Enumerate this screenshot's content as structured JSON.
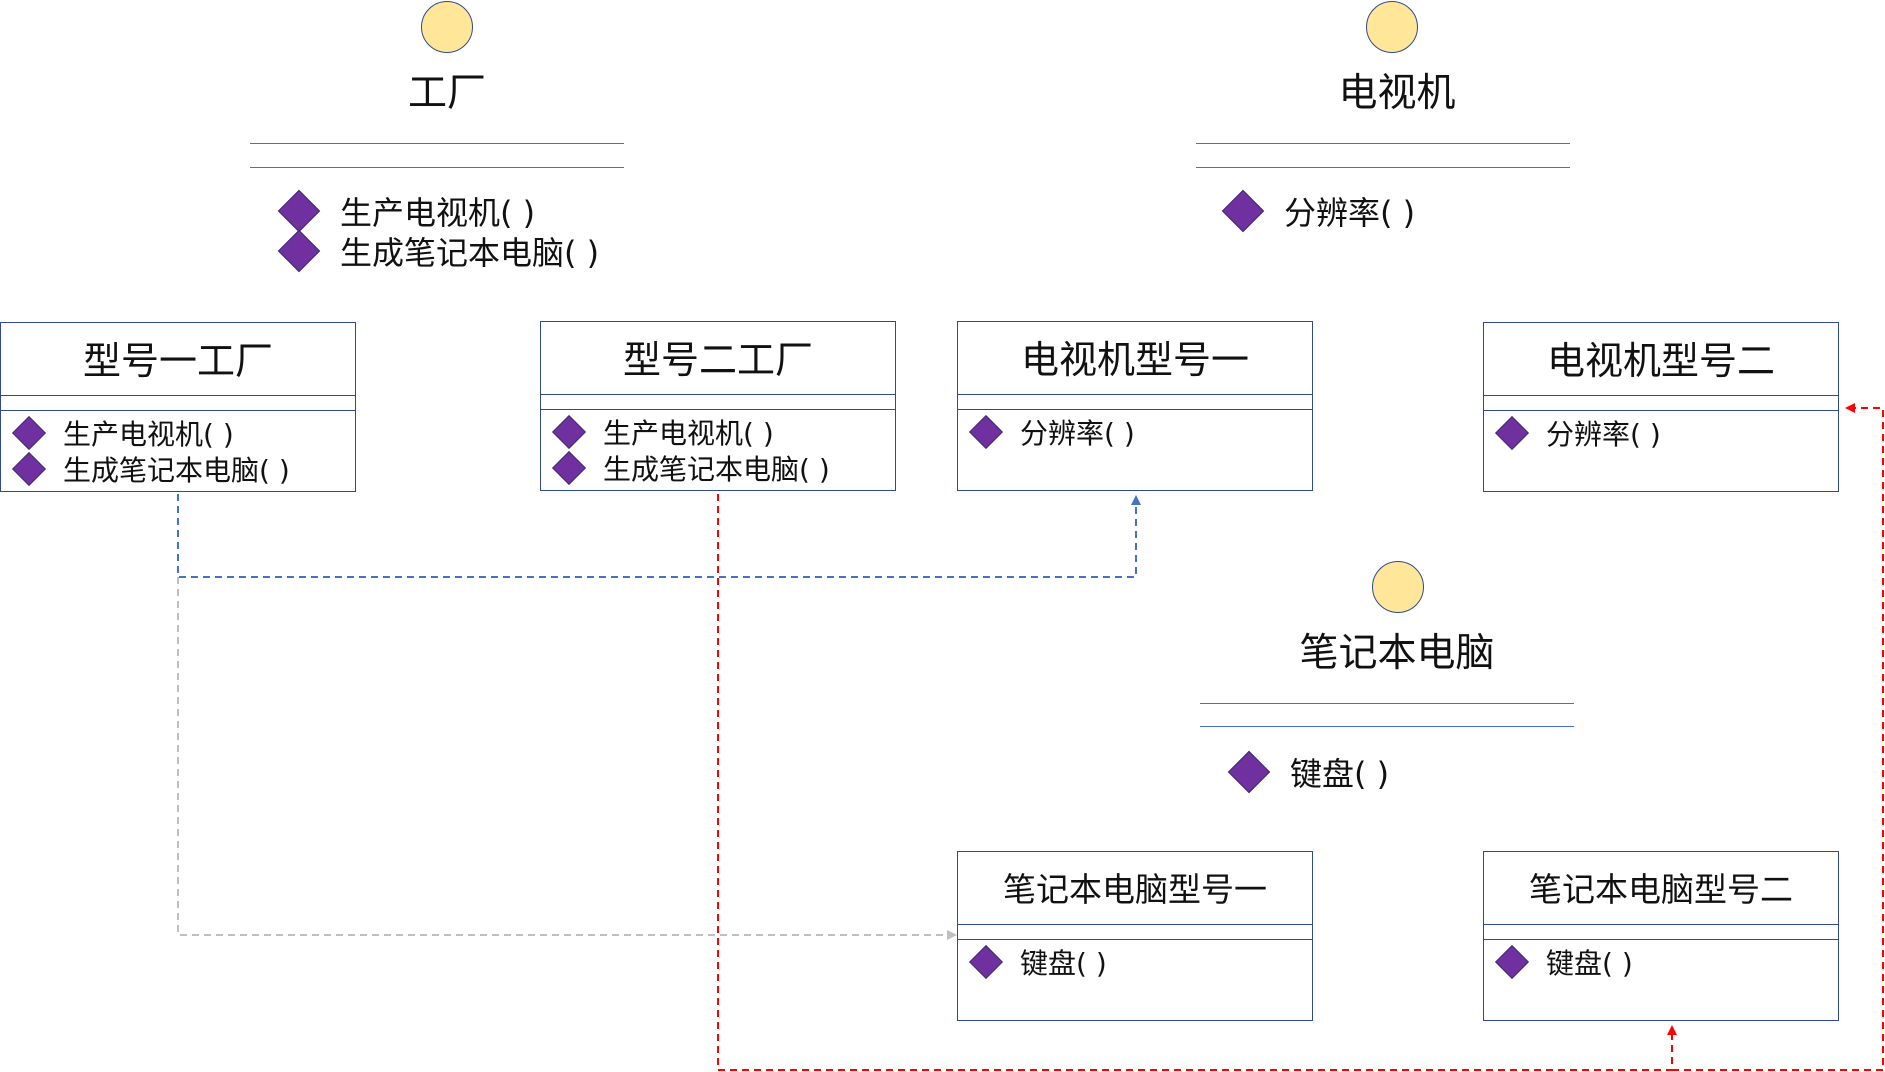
{
  "interfaces": {
    "factory": {
      "title": "工厂",
      "methods": [
        "生产电视机( )",
        "生成笔记本电脑( )"
      ]
    },
    "tv": {
      "title": "电视机",
      "methods": [
        "分辨率( )"
      ]
    },
    "laptop": {
      "title": "笔记本电脑",
      "methods": [
        "键盘( )"
      ]
    }
  },
  "classes": {
    "factory_model1": {
      "title": "型号一工厂",
      "methods": [
        "生产电视机( )",
        "生成笔记本电脑( )"
      ]
    },
    "factory_model2": {
      "title": "型号二工厂",
      "methods": [
        "生产电视机( )",
        "生成笔记本电脑( )"
      ]
    },
    "tv_model1": {
      "title": "电视机型号一",
      "methods": [
        "分辨率( )"
      ]
    },
    "tv_model2": {
      "title": "电视机型号二",
      "methods": [
        "分辨率( )"
      ]
    },
    "laptop_model1": {
      "title": "笔记本电脑型号一",
      "methods": [
        "键盘( )"
      ]
    },
    "laptop_model2": {
      "title": "笔记本电脑型号二",
      "methods": [
        "键盘( )"
      ]
    }
  },
  "colors": {
    "interface_fill": "#FFE699",
    "border": "#2F4B8F",
    "diamond": "#7030A0",
    "connector_blue": "#4472C4",
    "connector_gray": "#BFBFBF",
    "connector_red": "#FF0000"
  }
}
